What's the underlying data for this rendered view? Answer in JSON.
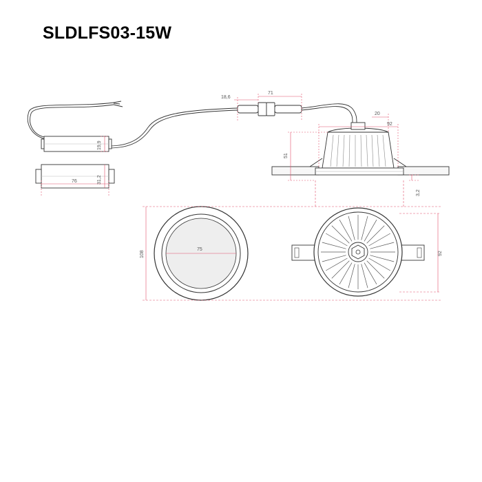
{
  "title": "SLDLFS03-15W",
  "colors": {
    "line": "#333333",
    "dimension": "#e0506a",
    "text": "#555555"
  },
  "dimensions": {
    "connector_short": "18,6",
    "connector_long": "71",
    "driver_height": "19,9",
    "driver_length": "76",
    "driver_width": "31,2",
    "lamp_height": "51",
    "flange": "20",
    "cutout": "92",
    "trim_thickness": "3,2",
    "outer_diameter": "108",
    "lens_diameter": "75",
    "body_diameter": "92"
  }
}
